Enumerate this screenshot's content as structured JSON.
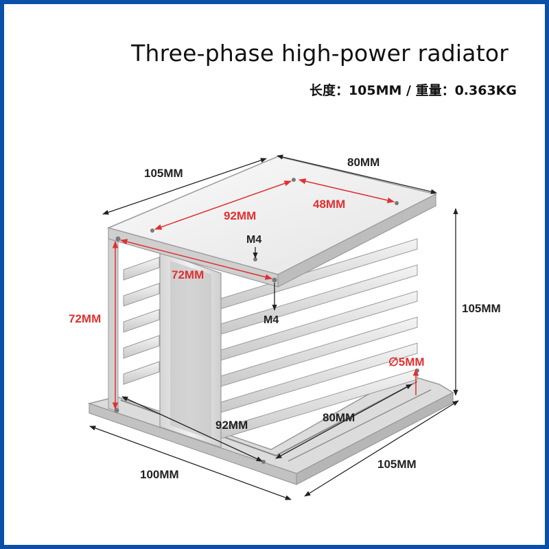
{
  "header": {
    "title": "Three-phase high-power radiator",
    "subtitle": "长度：105MM / 重量：0.363KG"
  },
  "dimensions": {
    "top_length": "105MM",
    "top_width": "80MM",
    "hole_spacing_long": "92MM",
    "hole_spacing_short": "48MM",
    "hole_diagonal": "72MM",
    "height_left": "72MM",
    "height_right": "105MM",
    "thread_top": "M4",
    "thread_side": "M4",
    "base_hole": "∅5MM",
    "base_hole_spacing": "92MM",
    "base_width": "80MM",
    "base_length": "105MM",
    "base_front": "100MM"
  },
  "colors": {
    "border": "#0a4fa8",
    "annotation_red": "#e03030",
    "annotation_black": "#222222"
  }
}
